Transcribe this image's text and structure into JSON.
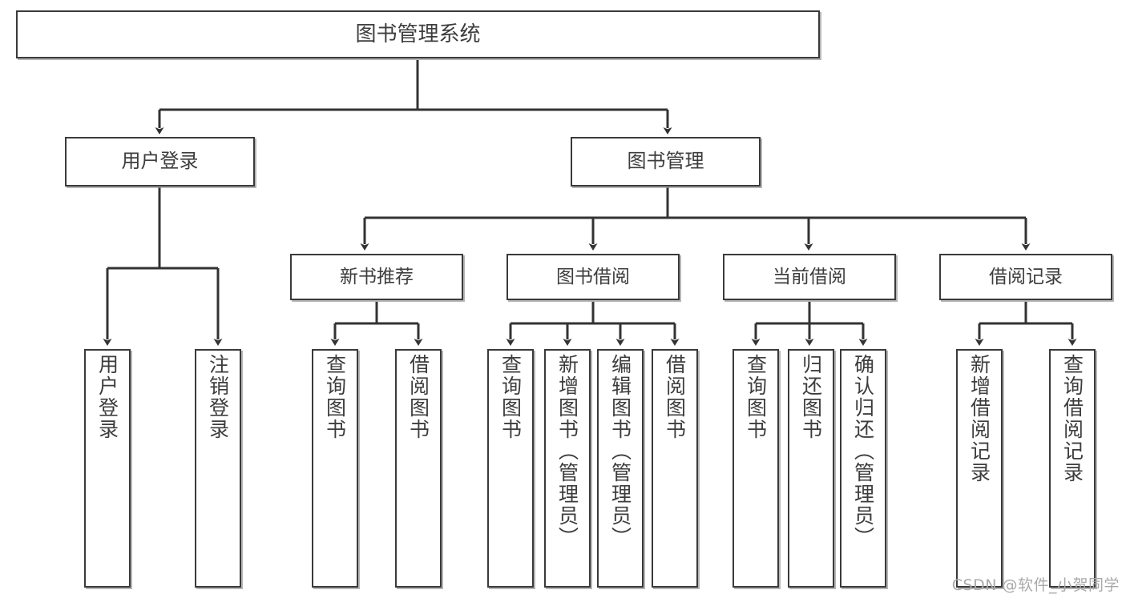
{
  "diagram": {
    "type": "tree",
    "title": "图书管理系统",
    "orientation": "top-down",
    "colors": {
      "box_stroke": "#3a3a3a",
      "box_fill": "#ffffff",
      "text": "#3d3d3d",
      "connector": "#333333",
      "watermark": "#a9a9a9"
    },
    "root": {
      "label": "图书管理系统"
    },
    "level2": [
      {
        "id": "user-login",
        "label": "用户登录"
      },
      {
        "id": "book-manage",
        "label": "图书管理"
      }
    ],
    "level3": [
      {
        "id": "new-book-recommend",
        "label": "新书推荐"
      },
      {
        "id": "book-borrow",
        "label": "图书借阅"
      },
      {
        "id": "current-borrow",
        "label": "当前借阅"
      },
      {
        "id": "borrow-record",
        "label": "借阅记录"
      }
    ],
    "leaves": {
      "user_login": [
        {
          "id": "leaf-user-login",
          "label": "用户登录"
        },
        {
          "id": "leaf-logout-login",
          "label": "注销登录"
        }
      ],
      "new_book_recommend": [
        {
          "id": "leaf-query-book-1",
          "label": "查询图书"
        },
        {
          "id": "leaf-borrow-book-1",
          "label": "借阅图书"
        }
      ],
      "book_borrow": [
        {
          "id": "leaf-query-book-2",
          "label": "查询图书"
        },
        {
          "id": "leaf-add-book",
          "label": "新增图书（管理员）"
        },
        {
          "id": "leaf-edit-book",
          "label": "编辑图书（管理员）"
        },
        {
          "id": "leaf-borrow-book-2",
          "label": "借阅图书"
        }
      ],
      "current_borrow": [
        {
          "id": "leaf-query-book-3",
          "label": "查询图书"
        },
        {
          "id": "leaf-return-book",
          "label": "归还图书"
        },
        {
          "id": "leaf-confirm-return",
          "label": "确认归还（管理员）"
        }
      ],
      "borrow_record": [
        {
          "id": "leaf-add-borrow-record",
          "label": "新增借阅记录"
        },
        {
          "id": "leaf-query-borrow-record",
          "label": "查询借阅记录"
        }
      ]
    }
  },
  "watermark": {
    "text": "CSDN @软件_小贺同学"
  }
}
